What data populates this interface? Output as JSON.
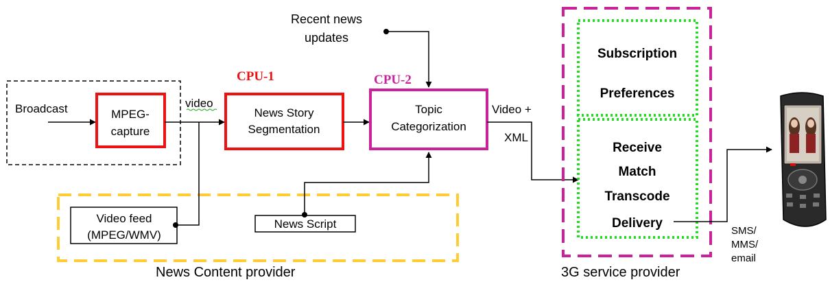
{
  "colors": {
    "cpu1": "#ee1111",
    "cpu2": "#cc2299",
    "news_provider": "#ffcc33",
    "service_provider": "#cc2299",
    "inner_dotted": "#22dd22"
  },
  "labels": {
    "broadcast": "Broadcast",
    "video": "video",
    "mpeg_capture_1": "MPEG-",
    "mpeg_capture_2": "capture",
    "cpu1": "CPU-1",
    "cpu2": "CPU-2",
    "segmentation_1": "News Story",
    "segmentation_2": "Segmentation",
    "topic_1": "Topic",
    "topic_2": "Categorization",
    "recent_1": "Recent news",
    "recent_2": "updates",
    "video_plus": "Video +",
    "xml": "XML",
    "video_feed_1": "Video feed",
    "video_feed_2": "(MPEG/WMV)",
    "news_script": "News Script",
    "news_content_provider": "News Content provider",
    "subscription": "Subscription",
    "preferences": "Preferences",
    "receive": "Receive",
    "match": "Match",
    "transcode": "Transcode",
    "delivery": "Delivery",
    "sms": "SMS/",
    "mms": "MMS/",
    "email": "email",
    "service_provider": "3G service provider"
  },
  "icons": {
    "phone": "mobile-phone-icon"
  }
}
